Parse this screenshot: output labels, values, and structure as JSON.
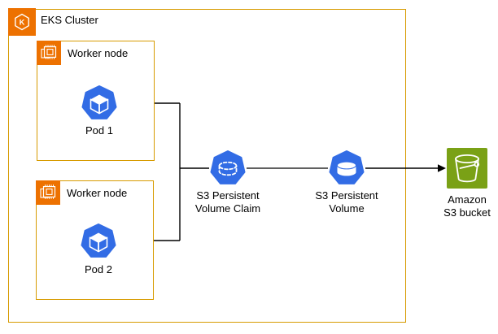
{
  "diagram": {
    "cluster": {
      "label": "EKS Cluster"
    },
    "worker_nodes": [
      {
        "label": "Worker node",
        "pod": {
          "label": "Pod 1"
        }
      },
      {
        "label": "Worker node",
        "pod": {
          "label": "Pod 2"
        }
      }
    ],
    "pvc": {
      "label": "S3 Persistent\nVolume Claim"
    },
    "pv": {
      "label": "S3 Persistent\nVolume"
    },
    "s3": {
      "label": "Amazon\nS3 bucket"
    }
  },
  "colors": {
    "aws_orange": "#ED7100",
    "group_border_orange": "#D79B00",
    "kubernetes_blue": "#326CE5",
    "s3_green": "#7AA116",
    "connector_black": "#000000"
  }
}
